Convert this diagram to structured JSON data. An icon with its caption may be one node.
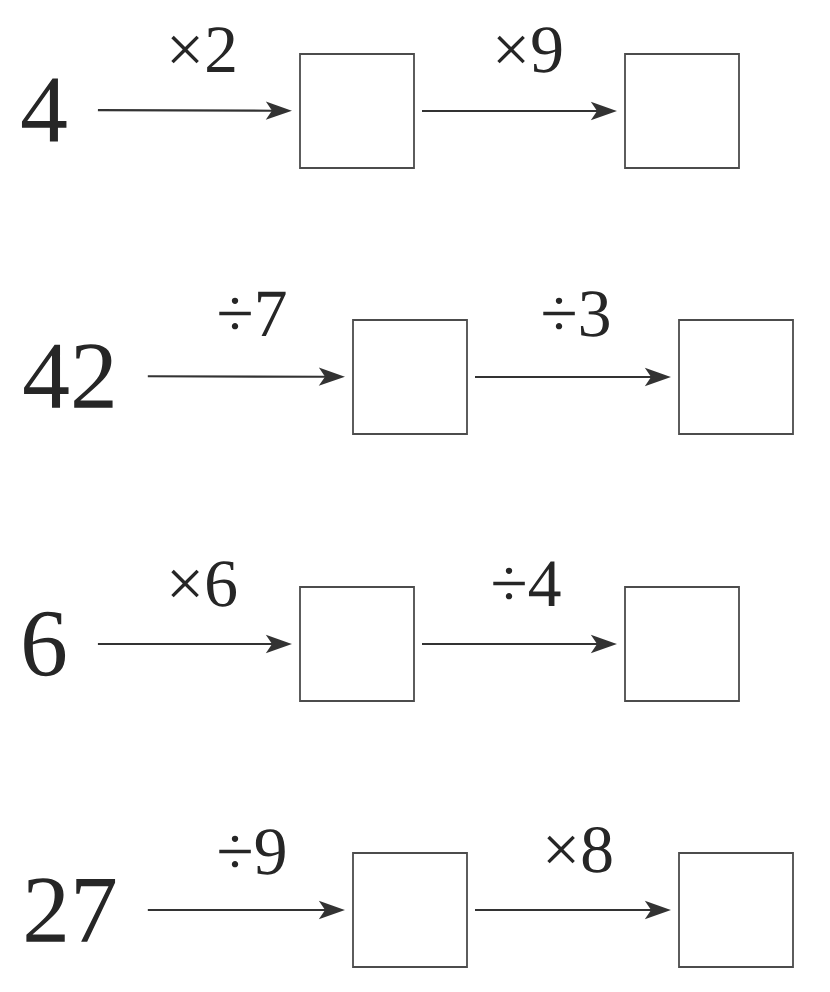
{
  "diagram": {
    "nodes": [
      {
        "text": [
          "4"
        ]
      },
      {
        "text": [],
        "shape": "box"
      },
      {
        "text": [],
        "shape": "box"
      },
      {
        "text": [
          "42"
        ]
      },
      {
        "text": [],
        "shape": "box"
      },
      {
        "text": [],
        "shape": "box"
      },
      {
        "text": [
          "6"
        ]
      },
      {
        "text": [],
        "shape": "box"
      },
      {
        "text": [],
        "shape": "box"
      },
      {
        "text": [
          "27"
        ]
      },
      {
        "text": [],
        "shape": "box"
      },
      {
        "text": [],
        "shape": "box"
      }
    ],
    "edges": [
      {
        "from": 0,
        "to": 1,
        "arrow": "to",
        "label": "×2"
      },
      {
        "from": 1,
        "to": 2,
        "arrow": "to",
        "label": "×9"
      },
      {
        "from": 3,
        "to": 4,
        "arrow": "to",
        "label": "÷7"
      },
      {
        "from": 4,
        "to": 5,
        "arrow": "to",
        "label": "÷3"
      },
      {
        "from": 6,
        "to": 7,
        "arrow": "to",
        "label": "×6"
      },
      {
        "from": 7,
        "to": 8,
        "arrow": "to",
        "label": "÷4"
      },
      {
        "from": 9,
        "to": 10,
        "arrow": "to",
        "label": "÷9"
      },
      {
        "from": 10,
        "to": 11,
        "arrow": "to",
        "label": "×8"
      }
    ]
  }
}
